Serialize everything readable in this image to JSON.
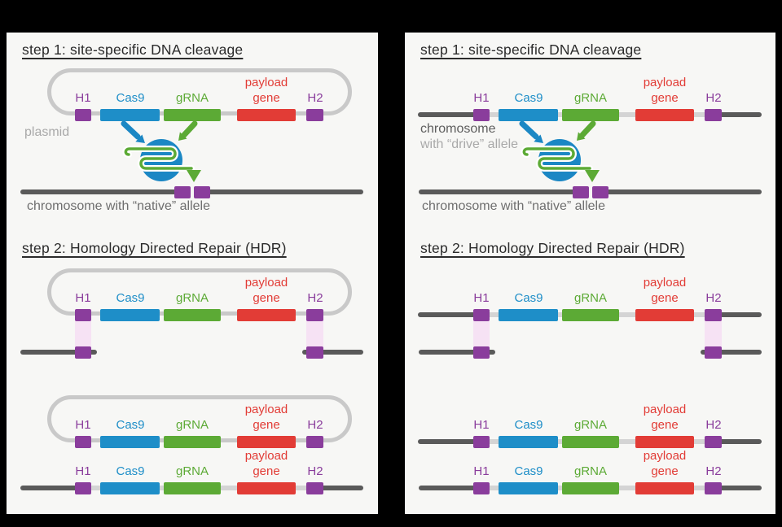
{
  "genes": {
    "h1": "H1",
    "cas9": "Cas9",
    "grna": "gRNA",
    "payload": "payload\ngene",
    "h2": "H2"
  },
  "left": {
    "step1_title": "step 1: site-specific DNA cleavage",
    "step2_title": "step 2: Homology Directed Repair (HDR)",
    "plasmid_label": "plasmid",
    "native_label": "chromosome with “native” allele"
  },
  "right": {
    "step1_title": "step 1: site-specific DNA cleavage",
    "step2_title": "step 2: Homology Directed Repair (HDR)",
    "drive_label_line1": "chromosome",
    "drive_label_line2": "with “drive” allele",
    "native_label": "chromosome with “native” allele"
  },
  "colors": {
    "panel_bg": "#f7f7f5",
    "title_dark": "#2b2b2b",
    "purple": "#8a3d9c",
    "blue": "#1e8ec8",
    "green": "#5caa35",
    "red": "#e23c36",
    "ring_gray": "#c9c9c9",
    "connector_gray": "#d4d4d4",
    "chrom_dark": "#5a5a5a",
    "pink": "#f6e2f4",
    "caption_dark": "#6e6e6e",
    "caption_mid": "#5e5e5e",
    "caption_light": "#a9a9a9"
  }
}
